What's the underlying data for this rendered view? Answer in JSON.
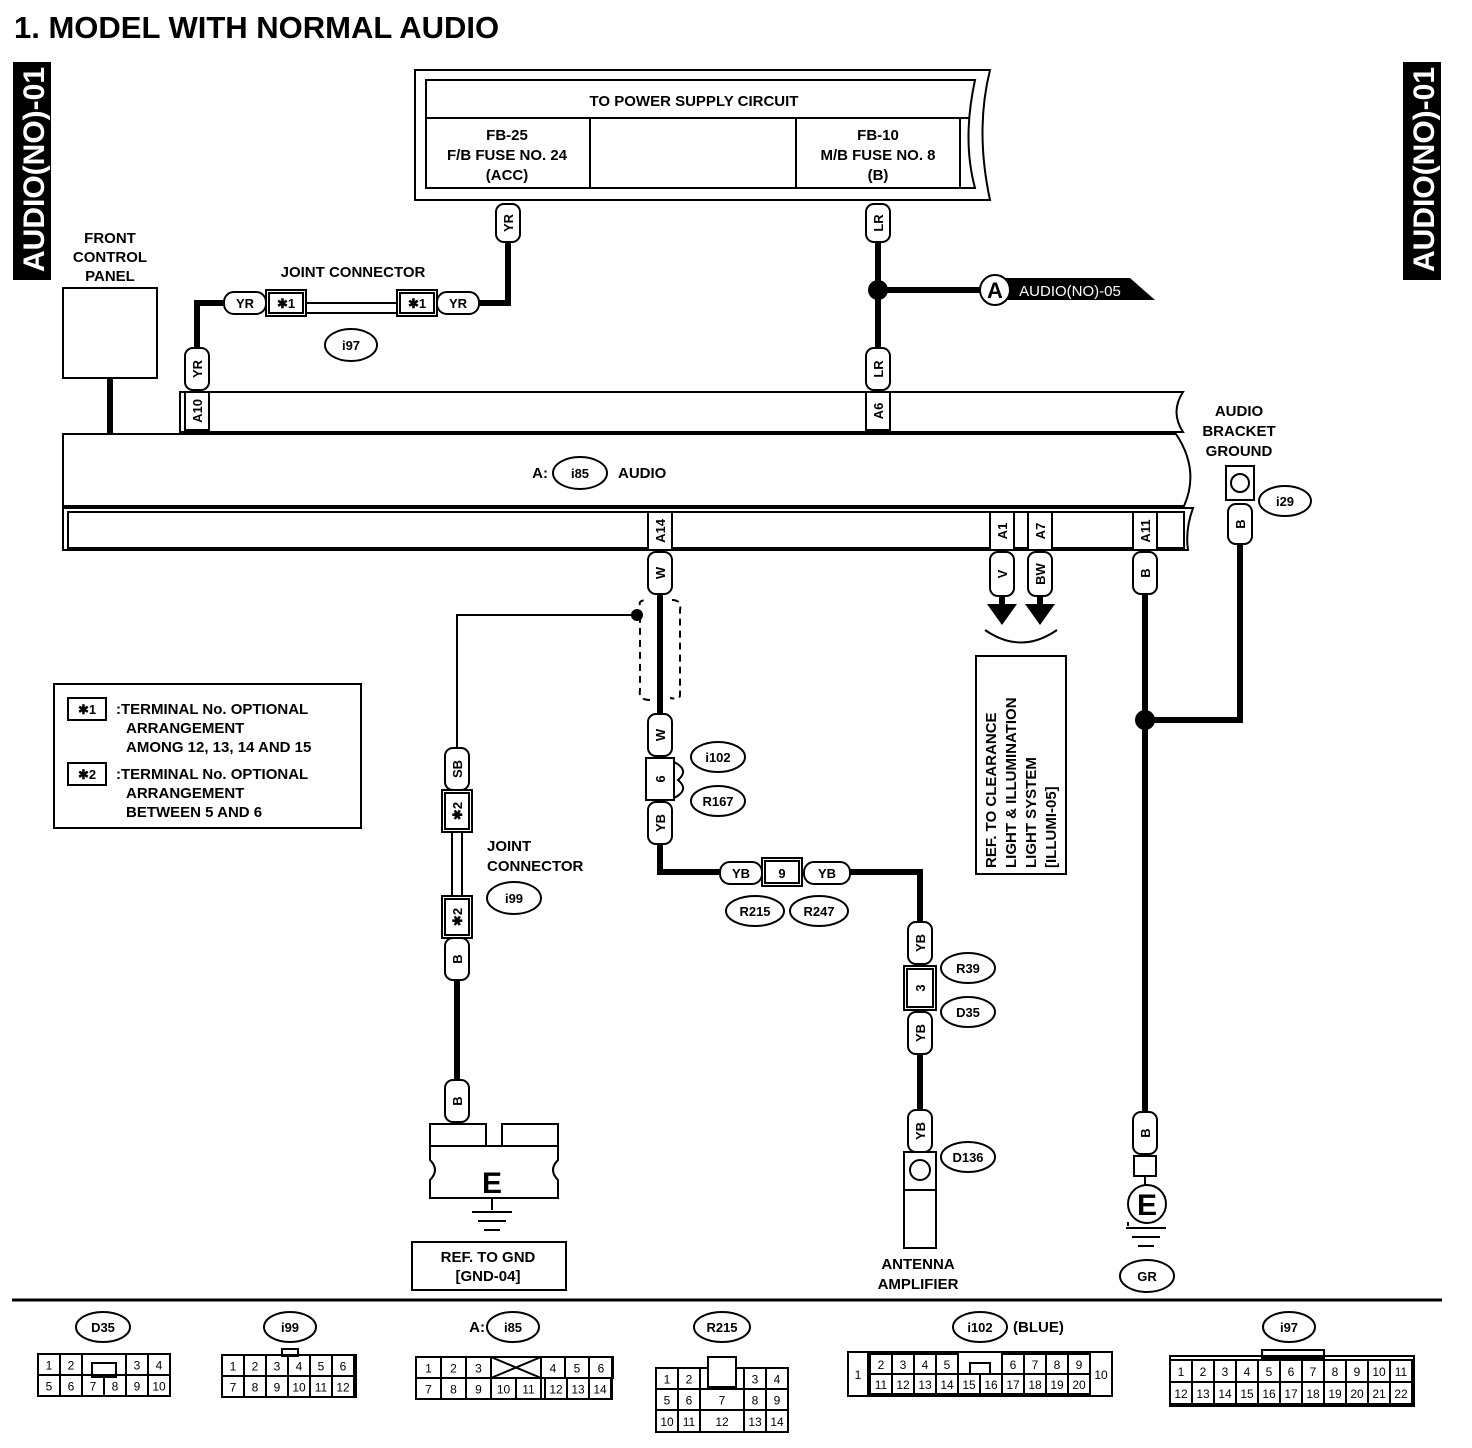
{
  "title": "1.  MODEL WITH NORMAL AUDIO",
  "side_tag": "AUDIO(NO)-01",
  "power": {
    "header": "TO POWER SUPPLY CIRCUIT",
    "left": [
      "FB-25",
      "F/B FUSE NO. 24",
      "(ACC)"
    ],
    "right": [
      "FB-10",
      "M/B FUSE NO. 8",
      "(B)"
    ]
  },
  "front_panel": [
    "FRONT",
    "CONTROL",
    "PANEL"
  ],
  "joint1": {
    "label": "JOINT CONNECTOR",
    "id": "i97",
    "star": "✱1"
  },
  "offpage": {
    "letter": "A",
    "ref": "AUDIO(NO)-05"
  },
  "audio": {
    "prefix": "A:",
    "id": "i85",
    "label": "AUDIO"
  },
  "bracket": {
    "label": [
      "AUDIO",
      "BRACKET",
      "GROUND"
    ],
    "id": "i29"
  },
  "pins": {
    "a10": "A10",
    "a6": "A6",
    "a14": "A14",
    "a1": "A1",
    "a7": "A7",
    "a11": "A11"
  },
  "wires": {
    "yr": "YR",
    "lr": "LR",
    "w": "W",
    "v": "V",
    "bw": "BW",
    "b": "B",
    "sb": "SB",
    "yb": "YB"
  },
  "legend": {
    "s1": "✱1",
    "s1_text": [
      ":TERMINAL No. OPTIONAL",
      "ARRANGEMENT",
      "AMONG 12, 13, 14 AND 15"
    ],
    "s2": "✱2",
    "s2_text": [
      ":TERMINAL No. OPTIONAL",
      "ARRANGEMENT",
      "BETWEEN 5 AND 6"
    ]
  },
  "joint2": {
    "label": [
      "JOINT",
      "CONNECTOR"
    ],
    "id": "i99",
    "star": "✱2"
  },
  "conn": {
    "i102": "i102",
    "r167": "R167",
    "pin6": "6",
    "pin9": "9",
    "r215": "R215",
    "r247": "R247",
    "r39": "R39",
    "d35": "D35",
    "pin3": "3",
    "d136": "D136"
  },
  "clearance": [
    "REF. TO CLEARANCE",
    "LIGHT & ILLUMINATION",
    "LIGHT SYSTEM",
    "[ILLUMI-05]"
  ],
  "gnd": {
    "letter": "E",
    "ref": [
      "REF. TO GND",
      "[GND-04]"
    ],
    "gr": "GR"
  },
  "antenna": [
    "ANTENNA",
    "AMPLIFIER"
  ],
  "bottom": {
    "d35": "D35",
    "i99": "i99",
    "i85_prefix": "A:",
    "i85": "i85",
    "r215": "R215",
    "i102": "i102",
    "i102_note": "(BLUE)",
    "i97": "i97",
    "d35_top": [
      "1",
      "2",
      "3",
      "4"
    ],
    "d35_bot": [
      "5",
      "6",
      "7",
      "8",
      "9",
      "10"
    ],
    "i99_top": [
      "1",
      "2",
      "3",
      "4",
      "5",
      "6"
    ],
    "i99_bot": [
      "7",
      "8",
      "9",
      "10",
      "11",
      "12"
    ],
    "i85_top": [
      "1",
      "2",
      "3",
      "4",
      "5",
      "6"
    ],
    "i85_bot": [
      "7",
      "8",
      "9",
      "10",
      "11",
      "12",
      "13",
      "14"
    ],
    "r215_r1": [
      "1",
      "2",
      "3",
      "4"
    ],
    "r215_r2": [
      "5",
      "6",
      "7",
      "8",
      "9"
    ],
    "r215_r3": [
      "10",
      "11",
      "12",
      "13",
      "14"
    ],
    "i102_top": [
      "2",
      "3",
      "4",
      "5",
      "6",
      "7",
      "8",
      "9"
    ],
    "i102_bot": [
      "11",
      "12",
      "13",
      "14",
      "15",
      "16",
      "17",
      "18",
      "19",
      "20"
    ],
    "i102_l": "1",
    "i102_r": "10",
    "i97_top": [
      "1",
      "2",
      "3",
      "4",
      "5",
      "6",
      "7",
      "8",
      "9",
      "10",
      "11"
    ],
    "i97_bot": [
      "12",
      "13",
      "14",
      "15",
      "16",
      "17",
      "18",
      "19",
      "20",
      "21",
      "22"
    ]
  }
}
